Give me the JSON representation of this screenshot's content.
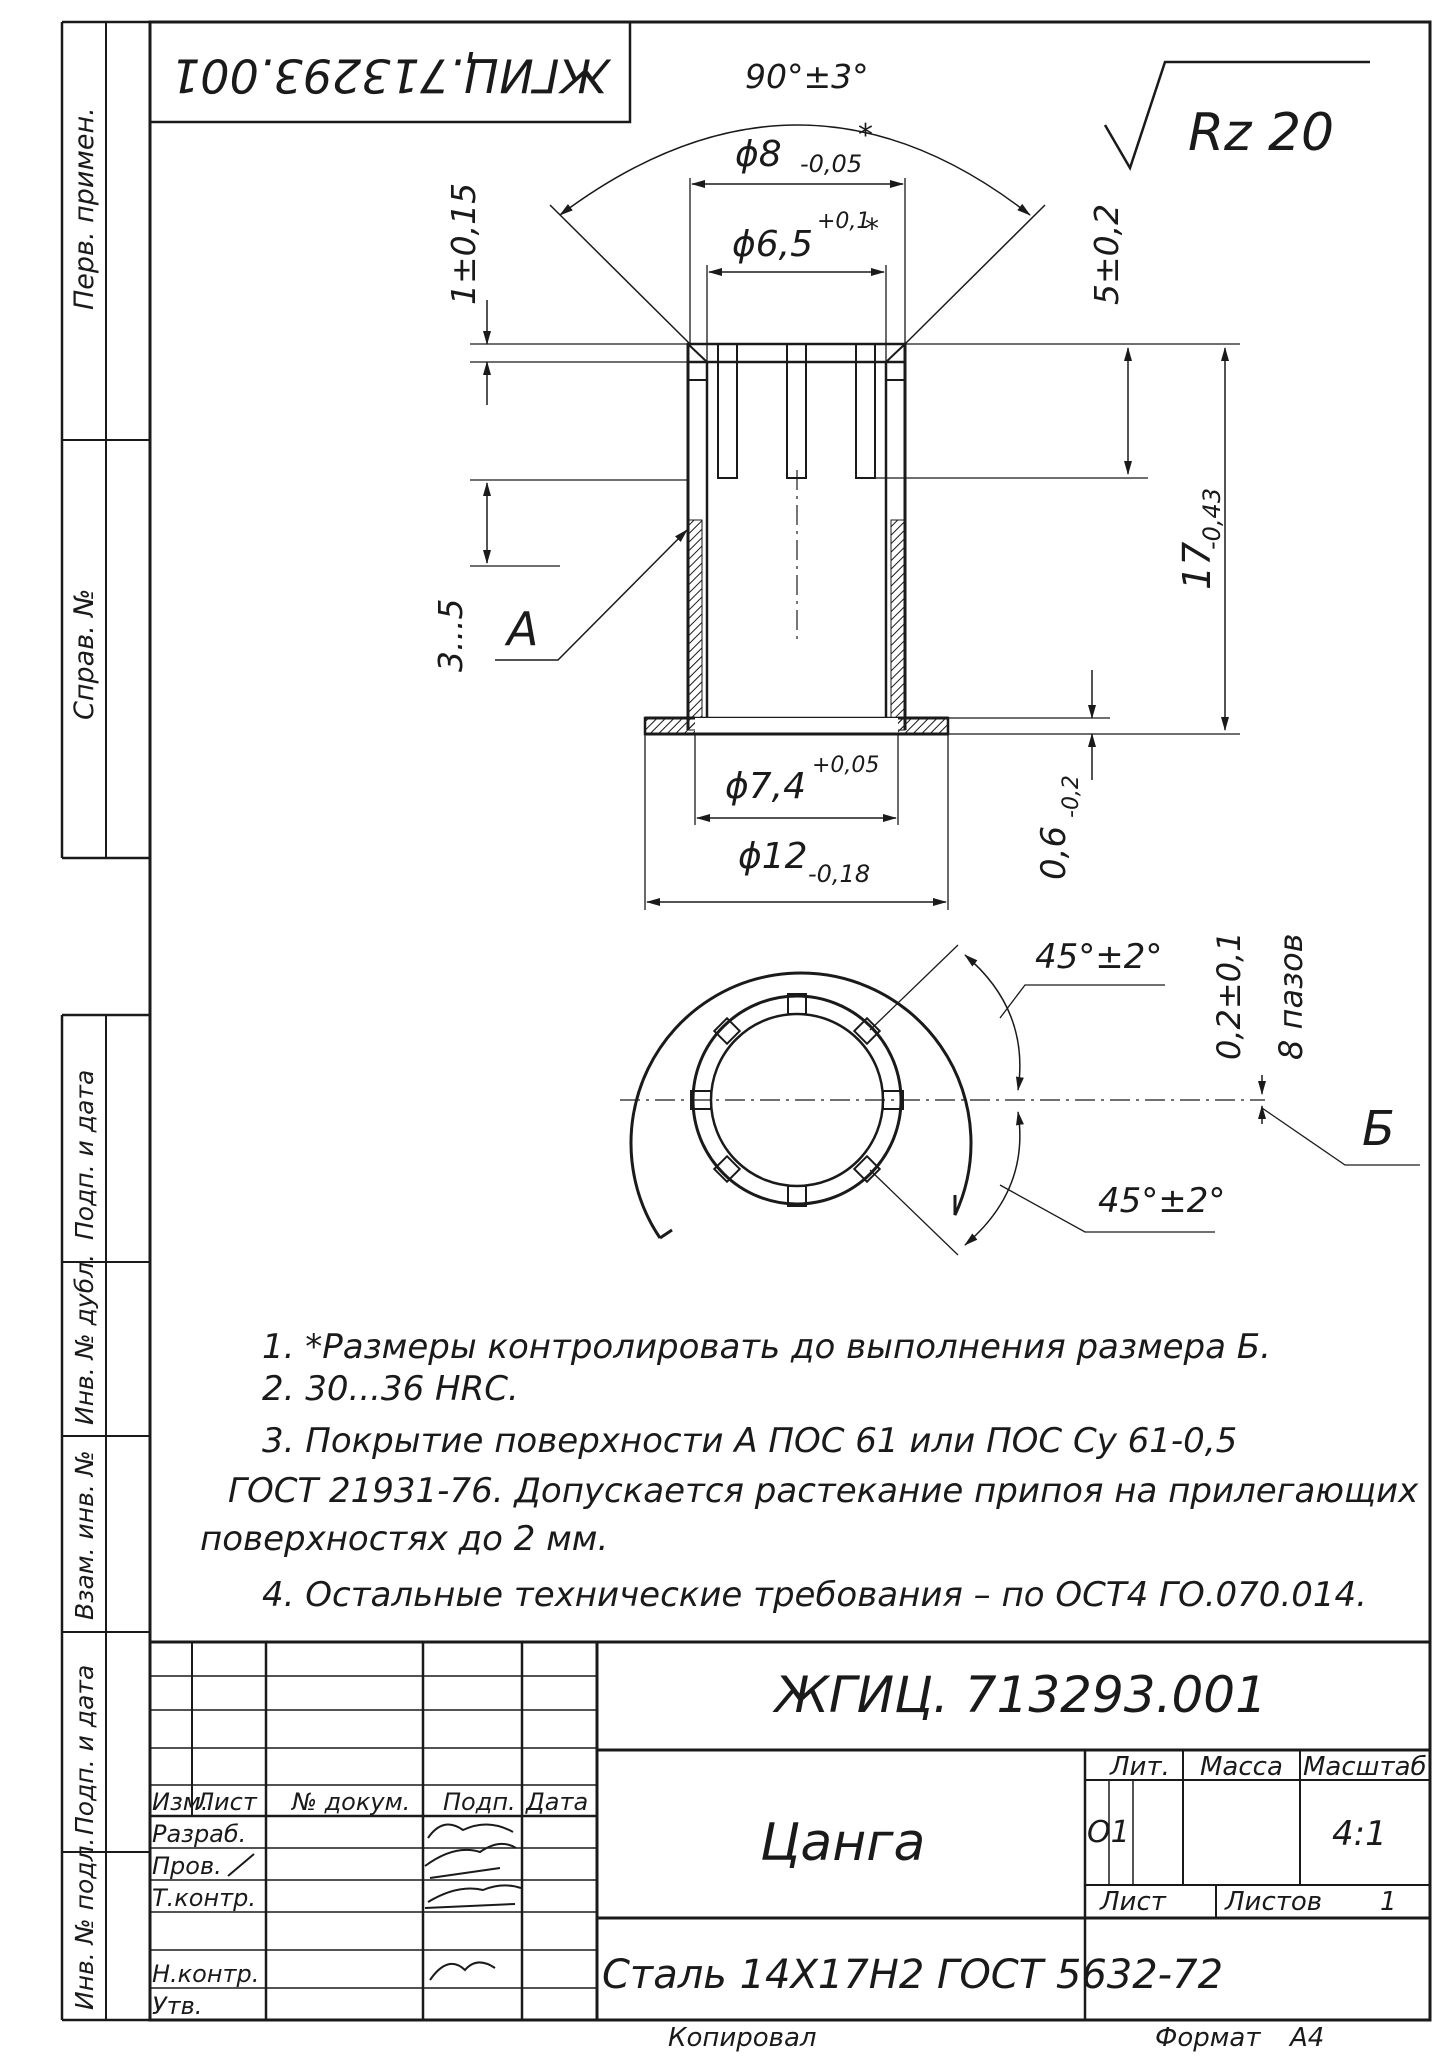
{
  "doc_code": "ЖГИЦ.713293.001",
  "doc_code_title": "ЖГИЦ. 713293.001",
  "left_strip": {
    "perv_primen": "Перв. примен.",
    "sprav_no": "Справ. №",
    "podp_data_1": "Подп. и дата",
    "inv_dubl": "Инв. № дубл.",
    "vzam_inv": "Взам. инв. №",
    "podp_data_2": "Подп. и дата",
    "inv_podl": "Инв. № подл."
  },
  "roughness": "Rz 20",
  "dims": {
    "angle_top": "90°±3°",
    "d8_main": "ϕ8",
    "d8_tol": "-0,05",
    "d8_star": "*",
    "d65_main": "ϕ6,5",
    "d65_tol": "+0,1",
    "d65_star": "*",
    "d74_main": "ϕ7,4",
    "d74_tol": "+0,05",
    "d12_main": "ϕ12",
    "d12_tol": "-0,18",
    "h1": "1±0,15",
    "h5": "5±0,2",
    "h17_main": "17",
    "h17_tol": "-0,43",
    "h35": "3...5",
    "h06_main": "0,6",
    "h06_tol": "-0,2",
    "slot_w": "0,2±0,1",
    "slots": "8 пазов",
    "angle_1": "45°±2°",
    "angle_2": "45°±2°",
    "label_a": "А",
    "label_b": "Б"
  },
  "notes": [
    "1.  *Размеры контролировать до выполнения размера Б.",
    "2.  30...36 HRC.",
    "3. Покрытие поверхности А ПОС 61 или ПОС Су 61-0,5",
    "ГОСТ 21931-76. Допускается растекание припоя на прилегающих",
    "поверхностях до 2 мм.",
    "4. Остальные технические требования – по ОСТ4 ГО.070.014."
  ],
  "title_block": {
    "izm": "Изм.",
    "list": "Лист",
    "no_dokum": "№ докум.",
    "podp": "Подп.",
    "data": "Дата",
    "razrab": "Разраб.",
    "prov": "Пров.",
    "tkontr": "Т.контр.",
    "nkontr": "Н.контр.",
    "utv": "Утв.",
    "name": "Цанга",
    "lit": "Лит.",
    "massa": "Масса",
    "masshtab": "Масштаб",
    "lit_value": "О1",
    "scale_value": "4:1",
    "sheet_label": "Лист",
    "sheets_label": "Листов",
    "sheets_value": "1",
    "material": "Сталь 14Х17Н2 ГОСТ 5632-72"
  },
  "footer": {
    "copied": "Копировал",
    "format_label": "Формат",
    "format_value": "А4"
  }
}
